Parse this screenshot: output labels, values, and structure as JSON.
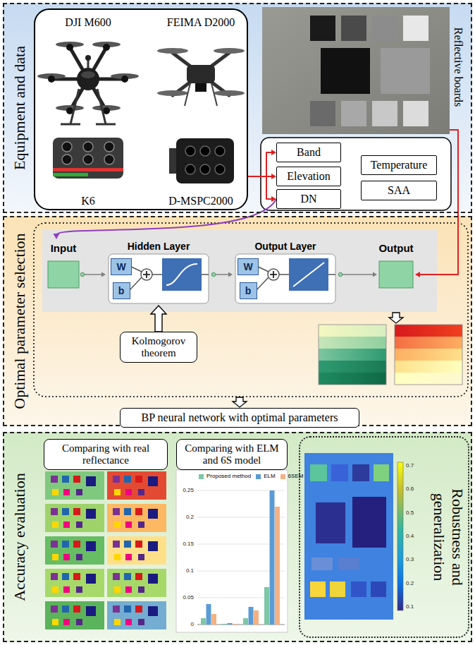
{
  "diagram": {
    "nodes": [
      {
        "text": [
          "Equipment and data"
        ]
      },
      {
        "text": [
          "DJI M600",
          "FEIMA D2000",
          "K6",
          "D-MSPC2000"
        ],
        "in": 0
      },
      {
        "text": [
          "Reflective boards"
        ],
        "in": 0
      },
      {
        "text": [
          "Band"
        ],
        "in": 0
      },
      {
        "text": [
          "Elevation"
        ],
        "in": 0
      },
      {
        "text": [
          "DN"
        ],
        "in": 0
      },
      {
        "text": [
          "Temperature"
        ],
        "in": 0
      },
      {
        "text": [
          "SAA"
        ],
        "in": 0
      },
      {
        "text": [
          "Optimal parameter selection"
        ]
      },
      {
        "text": [
          "Input"
        ],
        "in": 8
      },
      {
        "text": [
          "Hidden Layer"
        ],
        "in": 8
      },
      {
        "text": [
          "W"
        ],
        "in": 10
      },
      {
        "text": [
          "b"
        ],
        "in": 10
      },
      {
        "text": [
          "Output Layer"
        ],
        "in": 8
      },
      {
        "text": [
          "W"
        ],
        "in": 13
      },
      {
        "text": [
          "b"
        ],
        "in": 13
      },
      {
        "text": [
          "Output"
        ],
        "in": 8
      },
      {
        "text": [
          "Kolmogorov theorem"
        ],
        "in": 8
      },
      {
        "text": [
          "BP neural network with optimal parameters"
        ],
        "in": 8
      },
      {
        "text": [
          "Accuracy evaluation"
        ]
      },
      {
        "text": [
          "Comparing with real reflectance"
        ],
        "in": 19
      },
      {
        "text": [
          "Comparing with ELM and 6S model"
        ],
        "in": 19
      },
      {
        "text": [
          "Robustness and generalization"
        ],
        "in": 19
      }
    ],
    "edges": [
      {
        "from": 1,
        "to": 3,
        "arrow": "to"
      },
      {
        "from": 1,
        "to": 4,
        "arrow": "to"
      },
      {
        "from": 1,
        "to": 5,
        "arrow": "to"
      },
      {
        "from": 2,
        "to": 16,
        "arrow": "to"
      },
      {
        "from": 5,
        "to": 9,
        "arrow": "to"
      },
      {
        "from": 9,
        "to": 10,
        "arrow": "to"
      },
      {
        "from": 10,
        "to": 13,
        "arrow": "to"
      },
      {
        "from": 13,
        "to": 16,
        "arrow": "to"
      },
      {
        "from": 17,
        "to": 10,
        "arrow": "to"
      }
    ],
    "labels": [
      "0.25",
      "0.2",
      "0.15",
      "0.1",
      "0.05",
      "0",
      "0.7",
      "0.6",
      "0.5",
      "0.4",
      "0.3",
      "0.2",
      "0.1"
    ],
    "legend": [
      {
        "text": "Proposed method",
        "color": "#7cc7a6"
      },
      {
        "text": "ELM",
        "color": "#5b9bd5"
      },
      {
        "text": "6SEM",
        "color": "#f4b183"
      }
    ]
  }
}
